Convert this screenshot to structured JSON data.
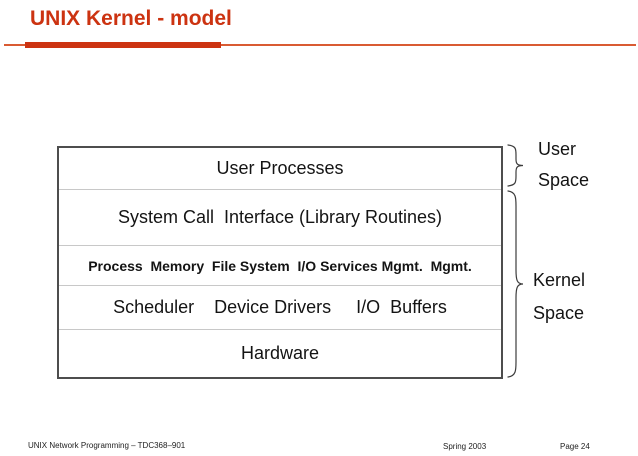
{
  "slide": {
    "title": "UNIX Kernel - model",
    "colors": {
      "accent": "#cc3311",
      "accent_light": "#d95b33",
      "box_border": "#4d4d4d",
      "row_separator": "#c8c8c8",
      "text": "#141414"
    }
  },
  "diagram": {
    "rows": [
      {
        "id": "user-processes",
        "label": "User Processes"
      },
      {
        "id": "system-call-interface",
        "label": "System Call  Interface (Library Routines)"
      },
      {
        "id": "kernel-services",
        "label": "Process  Memory  File System  I/O Services Mgmt.  Mgmt."
      },
      {
        "id": "kernel-components",
        "label": "Scheduler    Device Drivers     I/O  Buffers"
      },
      {
        "id": "hardware",
        "label": "Hardware"
      }
    ],
    "annotations": {
      "user_space": {
        "line1": "User",
        "line2": "Space"
      },
      "kernel_space": {
        "line1": "Kernel",
        "line2": "Space"
      }
    }
  },
  "footer": {
    "course": "UNIX Network Programming – TDC368–901",
    "term": "Spring 2003",
    "page": "Page 24"
  }
}
